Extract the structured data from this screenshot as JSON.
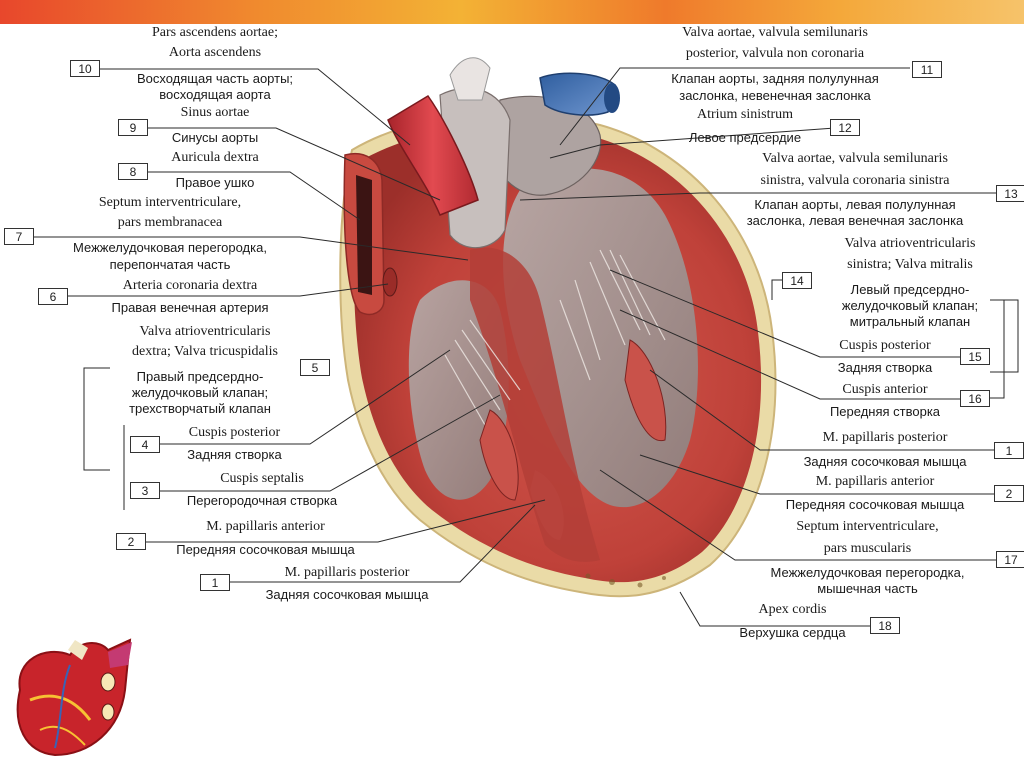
{
  "diagram": {
    "labels": [
      {
        "number": "10",
        "latin": [
          "Pars ascendens aortae;",
          "Aorta ascendens"
        ],
        "russian": [
          "Восходящая часть аорты;",
          "восходящая аорта"
        ]
      },
      {
        "number": "9",
        "latin": [
          "Sinus aortae"
        ],
        "russian": [
          "Синусы аорты"
        ]
      },
      {
        "number": "8",
        "latin": [
          "Auricula dextra"
        ],
        "russian": [
          "Правое ушко"
        ]
      },
      {
        "number": "7",
        "latin": [
          "Septum interventriculare,",
          "pars membranacea"
        ],
        "russian": [
          "Межжелудочковая перегородка,",
          "перепончатая часть"
        ]
      },
      {
        "number": "6",
        "latin": [
          "Arteria coronaria dextra"
        ],
        "russian": [
          "Правая венечная артерия"
        ]
      },
      {
        "number": "5",
        "latin": [
          "Valva atrioventricularis",
          "dextra; Valva tricuspidalis"
        ],
        "russian": [
          "Правый предсердно-",
          "желудочковый клапан;",
          "трехстворчатый клапан"
        ]
      },
      {
        "number": "4",
        "latin": [
          "Cuspis posterior"
        ],
        "russian": [
          "Задняя створка"
        ]
      },
      {
        "number": "3",
        "latin": [
          "Cuspis septalis"
        ],
        "russian": [
          "Перегородочная створка"
        ]
      },
      {
        "number": "2",
        "latin": [
          "M. papillaris anterior"
        ],
        "russian": [
          "Передняя сосочковая мышца"
        ]
      },
      {
        "number": "1",
        "latin": [
          "M. papillaris posterior"
        ],
        "russian": [
          "Задняя сосочковая мышца"
        ]
      },
      {
        "number": "11",
        "latin": [
          "Valva aortae, valvula semilunaris",
          "posterior, valvula non coronaria"
        ],
        "russian": [
          "Клапан аорты, задняя полулунная",
          "заслонка, невенечная заслонка"
        ]
      },
      {
        "number": "12",
        "latin": [
          "Atrium sinistrum"
        ],
        "russian": [
          "Левое предсердие"
        ]
      },
      {
        "number": "13",
        "latin": [
          "Valva aortae, valvula semilunaris",
          "sinistra, valvula coronaria sinistra"
        ],
        "russian": [
          "Клапан аорты, левая полулунная",
          "заслонка, левая венечная заслонка"
        ]
      },
      {
        "number": "14",
        "latin": [
          "Valva atrioventricularis",
          "sinistra; Valva mitralis"
        ],
        "russian": [
          "Левый предсердно-",
          "желудочковый клапан;",
          "митральный клапан"
        ]
      },
      {
        "number": "15",
        "latin": [
          "Cuspis posterior"
        ],
        "russian": [
          "Задняя створка"
        ]
      },
      {
        "number": "16",
        "latin": [
          "Cuspis anterior"
        ],
        "russian": [
          "Передняя створка"
        ]
      },
      {
        "number": "1",
        "latin": [
          "M. papillaris posterior"
        ],
        "russian": [
          "Задняя сосочковая мышца"
        ]
      },
      {
        "number": "2",
        "latin": [
          "M. papillaris anterior"
        ],
        "russian": [
          "Передняя сосочковая мышца"
        ]
      },
      {
        "number": "17",
        "latin": [
          "Septum interventriculare,",
          "pars muscularis"
        ],
        "russian": [
          "Межжелудочковая перегородка,",
          "мышечная часть"
        ]
      },
      {
        "number": "18",
        "latin": [
          "Apex cordis"
        ],
        "russian": [
          "Верхушка сердца"
        ]
      }
    ]
  },
  "colors": {
    "myocardium": "#c2453c",
    "myocardium_dark": "#8e2a26",
    "valve_gray": "#9a8f8c",
    "aorta_red": "#d8383f",
    "vein_blue": "#4d79b9",
    "fat_yellow": "#eadba7",
    "line": "#2a2a2a",
    "header_orange": "#f08a2e"
  }
}
